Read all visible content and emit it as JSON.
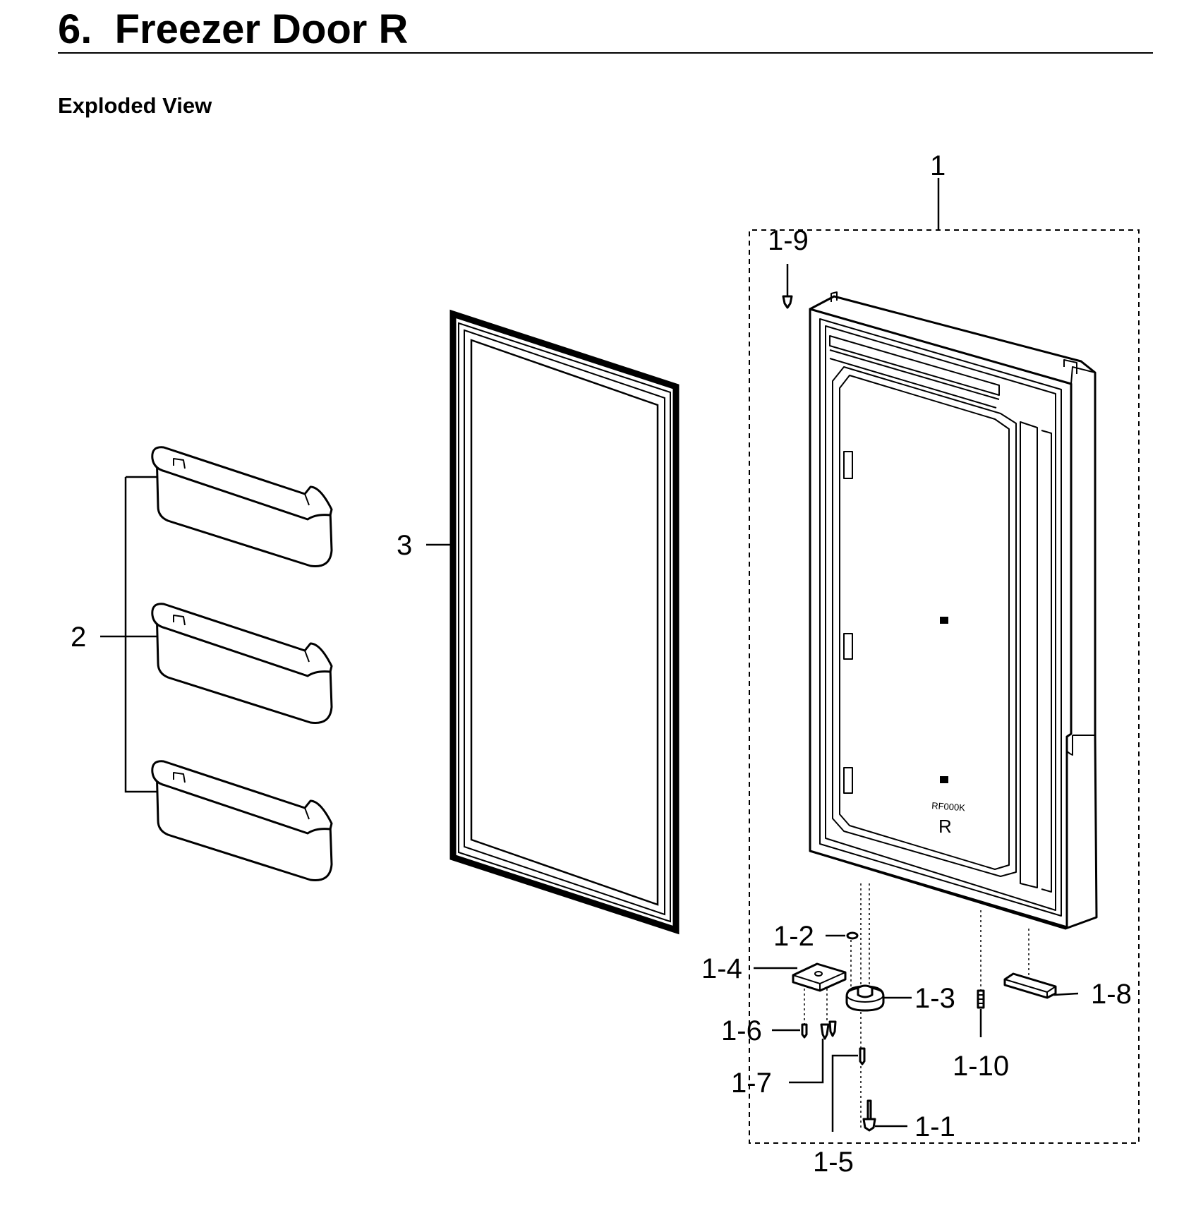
{
  "header": {
    "title": "6.  Freezer Door R",
    "subtitle": "Exploded View"
  },
  "door_marking": {
    "model": "RF000K",
    "side": "R"
  },
  "callouts": {
    "c1": "1",
    "c1_1": "1-1",
    "c1_2": "1-2",
    "c1_3": "1-3",
    "c1_4": "1-4",
    "c1_5": "1-5",
    "c1_6": "1-6",
    "c1_7": "1-7",
    "c1_8": "1-8",
    "c1_9": "1-9",
    "c1_10": "1-10",
    "c2": "2",
    "c3": "3"
  }
}
